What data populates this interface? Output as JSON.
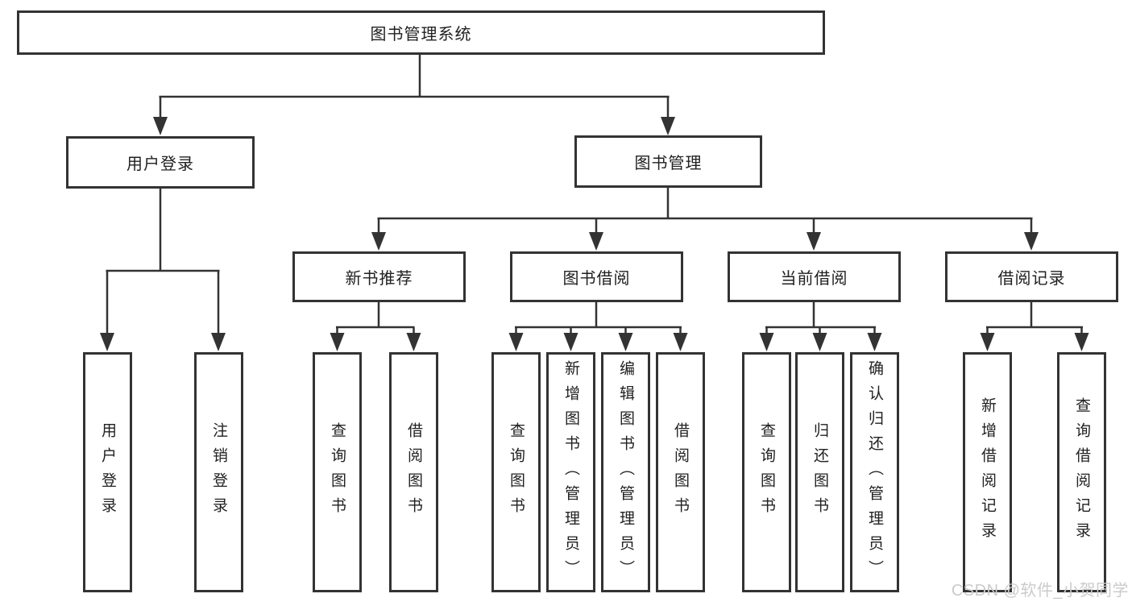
{
  "diagram": {
    "root": {
      "label": "图书管理系统"
    },
    "level2": [
      {
        "label": "用户登录",
        "children": [
          {
            "label": "用户登录"
          },
          {
            "label": "注销登录"
          }
        ]
      },
      {
        "label": "图书管理",
        "children": [
          {
            "label": "新书推荐",
            "children": [
              {
                "label": "查询图书"
              },
              {
                "label": "借阅图书"
              }
            ]
          },
          {
            "label": "图书借阅",
            "children": [
              {
                "label": "查询图书"
              },
              {
                "label": "新增图书（管理员）"
              },
              {
                "label": "编辑图书（管理员）"
              },
              {
                "label": "借阅图书"
              }
            ]
          },
          {
            "label": "当前借阅",
            "children": [
              {
                "label": "查询图书"
              },
              {
                "label": "归还图书"
              },
              {
                "label": "确认归还（管理员）"
              }
            ]
          },
          {
            "label": "借阅记录",
            "children": [
              {
                "label": "新增借阅记录"
              },
              {
                "label": "查询借阅记录"
              }
            ]
          }
        ]
      }
    ]
  },
  "watermark": {
    "text": "CSDN @软件_小贺同学"
  },
  "colors": {
    "line": "#333333",
    "box_border": "#333333",
    "text": "#212121",
    "watermark": "#cbcbcb",
    "background": "#ffffff"
  }
}
